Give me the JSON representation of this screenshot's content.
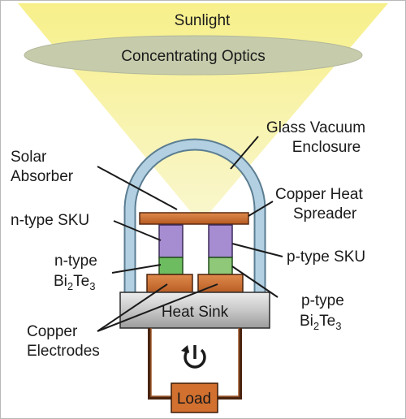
{
  "labels": {
    "sunlight": "Sunlight",
    "optics": "Concentrating Optics",
    "glass_line1": "Glass Vacuum",
    "glass_line2": "Enclosure",
    "absorber_line1": "Solar",
    "absorber_line2": "Absorber",
    "spreader_line1": "Copper Heat",
    "spreader_line2": "Spreader",
    "n_sku": "n-type SKU",
    "p_sku": "p-type SKU",
    "n_bite_line1": "n-type",
    "p_bite_line1": "p-type",
    "bite_base": "Bi",
    "bite_sub1": "2",
    "bite_mid": "Te",
    "bite_sub2": "3",
    "heat_sink": "Heat Sink",
    "electrodes_line1": "Copper",
    "electrodes_line2": "Electrodes",
    "load": "Load"
  },
  "colors": {
    "sunlight_yellow": "#f5ee95",
    "optics_ellipse": "#c4c9a6",
    "glass_tube": "#a9c9da",
    "copper": "#d2702f",
    "sku": "#a98ed0",
    "bi2te3": "#6fbf62",
    "heat_sink": "#c9c9c9",
    "wire": "#6e3b1c",
    "load": "#d2702f"
  },
  "icons": {
    "switch": "power-switch-icon"
  }
}
